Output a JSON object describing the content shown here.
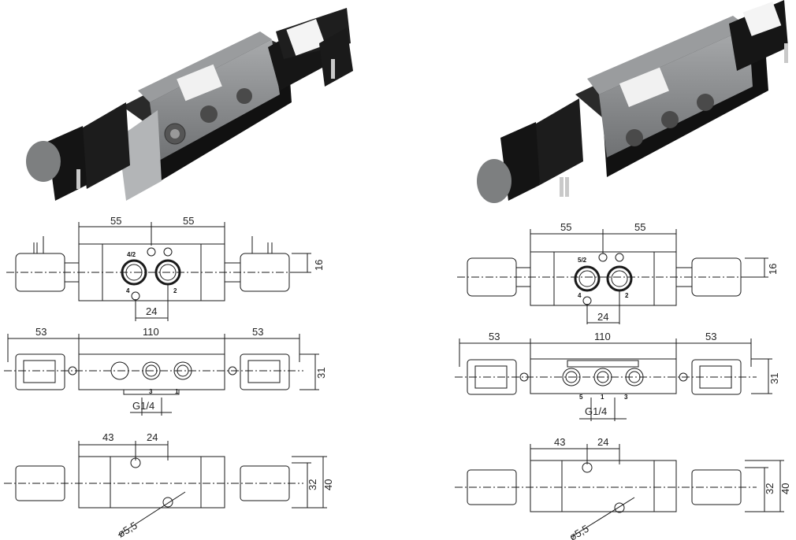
{
  "panels": [
    {
      "id": "left",
      "top": {
        "dim_left": "55",
        "dim_right": "55",
        "port_label": "4/2",
        "port_a": "4",
        "port_b": "2",
        "pitch": "24",
        "height": "16"
      },
      "front": {
        "overall_left": "53",
        "overall_mid": "110",
        "overall_right": "53",
        "port_1": "3",
        "port_2": "1",
        "thread": "G1/4",
        "height": "31"
      },
      "bottom": {
        "hole_offset": "43",
        "hole_pitch": "24",
        "hole_diameter": "ø5,5",
        "height_inner": "32",
        "height_outer": "40"
      }
    },
    {
      "id": "right",
      "top": {
        "dim_left": "55",
        "dim_right": "55",
        "port_label": "5/2",
        "port_a": "4",
        "port_b": "2",
        "pitch": "24",
        "height": "16"
      },
      "front": {
        "overall_left": "53",
        "overall_mid": "110",
        "overall_right": "53",
        "port_1": "5",
        "port_2": "1",
        "port_3": "3",
        "thread": "G1/4",
        "height": "31"
      },
      "bottom": {
        "hole_offset": "43",
        "hole_pitch": "24",
        "hole_diameter": "ø5,5",
        "height_inner": "32",
        "height_outer": "40"
      }
    }
  ],
  "colors": {
    "line": "#1a1a1a",
    "body_dark": "#1b1b1b",
    "body_grey": "#8a8c8e",
    "knob": "#7d7f80"
  }
}
